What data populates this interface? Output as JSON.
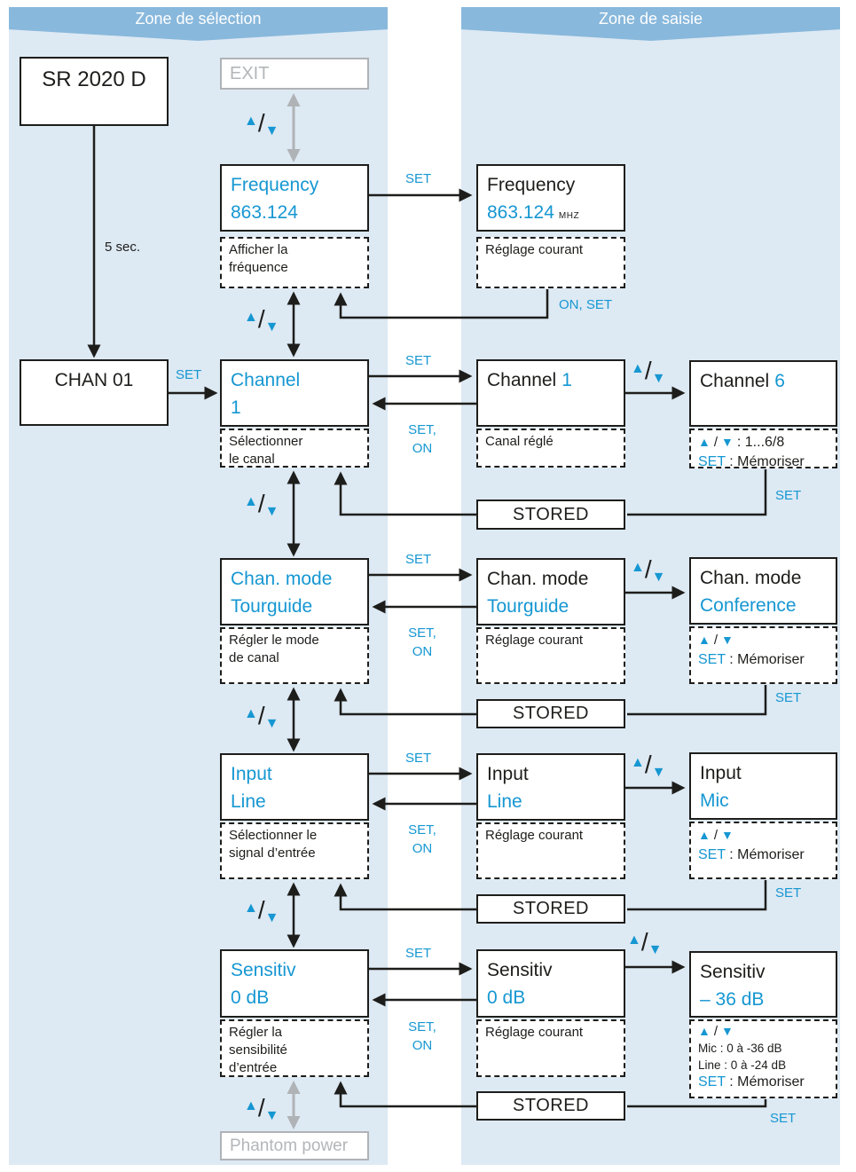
{
  "headers": {
    "selection": "Zone de sélection",
    "saisie": "Zone de saisie"
  },
  "start": {
    "device": "SR 2020 D",
    "delay": "5 sec.",
    "channel_display": "CHAN 01"
  },
  "exit_label": "EXIT",
  "phantom_label": "Phantom power",
  "keys": {
    "set": "SET",
    "set_comma": "SET,",
    "on": "ON",
    "on_set": "ON, SET",
    "stored": "STORED",
    "up": "▲",
    "down": "▼",
    "slash": "/"
  },
  "frequency": {
    "menu_line1": "Frequency",
    "menu_line2": "863.124",
    "menu_desc1": "Afficher la",
    "menu_desc2": "fréquence",
    "edit_line1": "Frequency",
    "edit_value": "863.124",
    "edit_unit": "MHZ",
    "edit_desc": "Réglage courant"
  },
  "channel": {
    "menu_line1": "Channel",
    "menu_line2": "1",
    "menu_desc1": "Sélectionner",
    "menu_desc2": "le canal",
    "edit_prefix": "Channel",
    "edit_value": "1",
    "edit_desc": "Canal réglé",
    "adj_prefix": "Channel",
    "adj_value": "6",
    "adj_range": ": 1...6/8",
    "memo_key": "SET",
    "memo_text": ": Mémoriser"
  },
  "chanmode": {
    "menu_line1": "Chan. mode",
    "menu_line2": "Tourguide",
    "menu_desc1": "Régler le mode",
    "menu_desc2": "de canal",
    "edit_line1": "Chan. mode",
    "edit_value": "Tourguide",
    "edit_desc": "Réglage courant",
    "adj_line1": "Chan. mode",
    "adj_value": "Conference",
    "memo_key": "SET",
    "memo_text": ": Mémoriser"
  },
  "input": {
    "menu_line1": "Input",
    "menu_line2": "Line",
    "menu_desc1": "Sélectionner le",
    "menu_desc2": "signal d’entrée",
    "edit_line1": "Input",
    "edit_value": "Line",
    "edit_desc": "Réglage courant",
    "adj_line1": "Input",
    "adj_value": "Mic",
    "memo_key": "SET",
    "memo_text": ": Mémoriser"
  },
  "sensitiv": {
    "menu_line1": "Sensitiv",
    "menu_line2": "0 dB",
    "menu_desc1": "Régler la",
    "menu_desc2": "sensibilité",
    "menu_desc3": "d’entrée",
    "edit_line1": "Sensitiv",
    "edit_value": "0 dB",
    "edit_desc": "Réglage courant",
    "adj_line1": "Sensitiv",
    "adj_value": "– 36 dB",
    "adj_mic": "Mic : 0 à -36 dB",
    "adj_linein": "Line : 0 à -24 dB",
    "memo_key": "SET",
    "memo_text": ": Mémoriser"
  },
  "colors": {
    "accent": "#1697d2",
    "header_bar": "#88b8dc",
    "panel": "#dde9f3",
    "gray": "#b0b3b6",
    "line": "#1d1d1b"
  }
}
